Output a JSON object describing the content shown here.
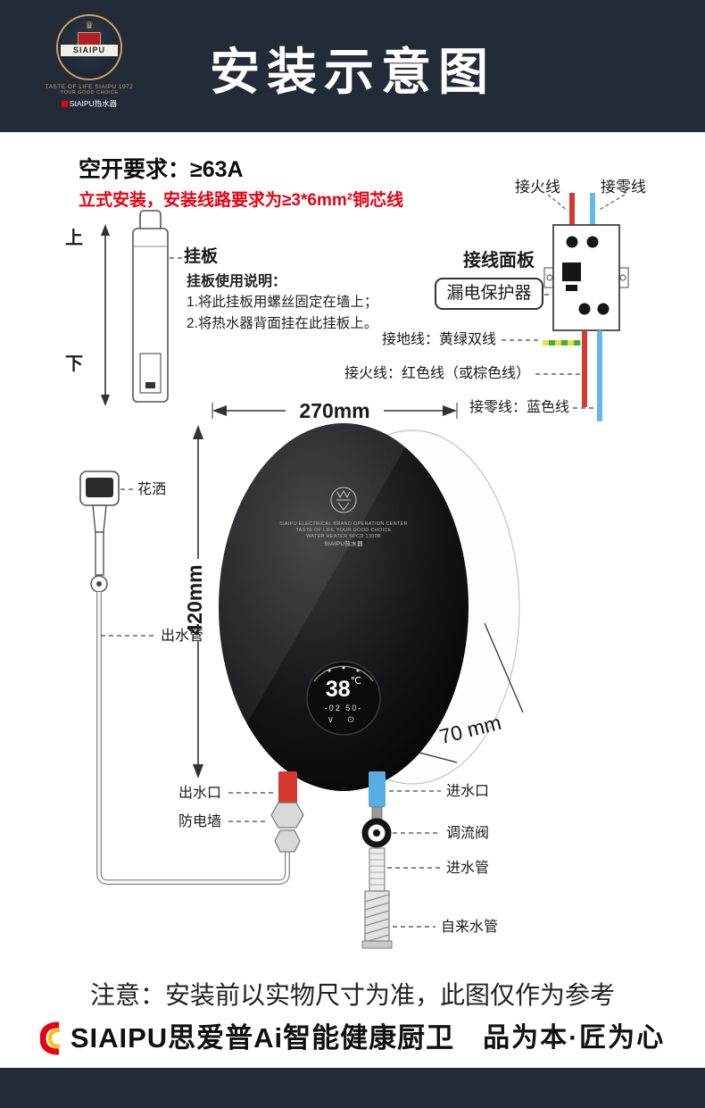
{
  "header": {
    "title": "安装示意图",
    "logo": {
      "name": "SIAIPU",
      "crown": "♛",
      "tagline1": "TASTE OF LIFE SIAIPU 1972",
      "tagline2": "YOUR GOOD CHOICE",
      "sub_brand": "SIAIPU热水器"
    }
  },
  "requirements": {
    "breaker": "空开要求：≥63A",
    "wiring": "立式安装，安装线路要求为≥3*6mm²铜芯线"
  },
  "electrical": {
    "live_top": "接火线",
    "neutral_top": "接零线",
    "panel": "接线面板",
    "protector": "漏电保护器",
    "ground_line": "接地线：黄绿双线",
    "live_line": "接火线：红色线（或棕色线）",
    "neutral_line": "接零线：蓝色线"
  },
  "bracket": {
    "up": "上",
    "down": "下",
    "label": "挂板",
    "instruction_title": "挂板使用说明：",
    "step1": "1.将此挂板用螺丝固定在墙上；",
    "step2": "2.将热水器背面挂在此挂板上。"
  },
  "dimensions": {
    "width": "270mm",
    "height": "420mm",
    "depth": "70 mm"
  },
  "heater": {
    "brand_lines": [
      "SIAIPU ELECTRICAL BRAND OPERATION CENTER",
      "TASTE OF LIFE YOUR GOOD CHOICE",
      "WATER HEATER SPCD 1300B",
      "SIAIPU热水器"
    ],
    "display": {
      "temp": "38",
      "unit": "℃",
      "sub": "-02  50-",
      "icons": "∨ ⊙"
    }
  },
  "plumbing": {
    "shower": "花洒",
    "outlet_pipe": "出水管",
    "outlet": "出水口",
    "anti_electric_wall": "防电墙",
    "inlet": "进水口",
    "flow_valve": "调流阀",
    "inlet_pipe": "进水管",
    "tap_pipe": "自来水管"
  },
  "footer": {
    "note": "注意：安装前以实物尺寸为准，此图仅作为参考",
    "brand": "SIAIPU思爱普Ai智能健康厨卫",
    "slogan": "品为本·匠为心"
  },
  "colors": {
    "band": "#232b38",
    "accent_red": "#e60012",
    "wire_red": "#d43a32",
    "wire_blue": "#63b9ea",
    "wire_green": "#3fae4a",
    "wire_yellow": "#f2dc3c",
    "gold": "#c9a063"
  }
}
